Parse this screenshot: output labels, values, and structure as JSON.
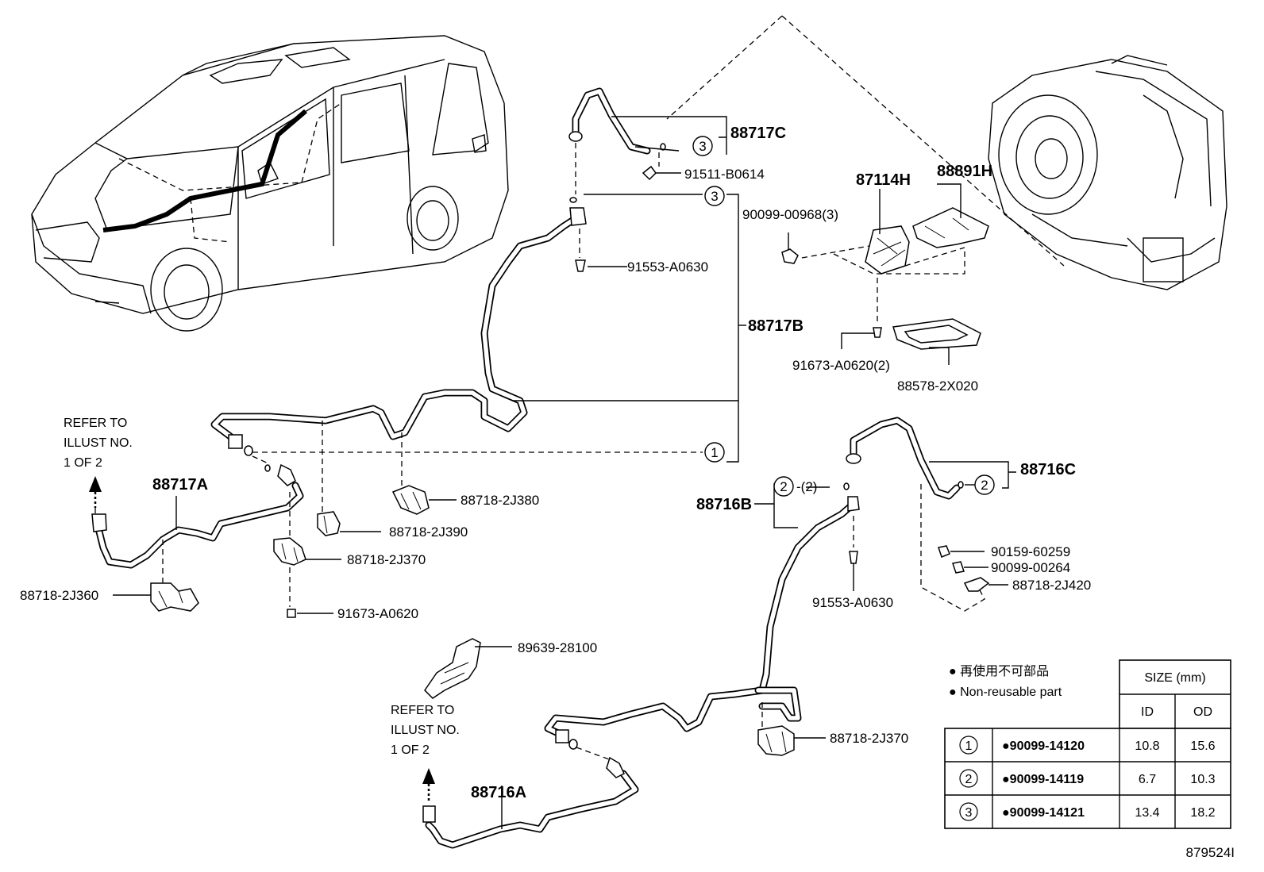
{
  "refer_notes": {
    "left": {
      "line1": "REFER TO",
      "line2": "ILLUST NO.",
      "line3": "1 OF 2"
    },
    "bottom": {
      "line1": "REFER TO",
      "line2": "ILLUST NO.",
      "line3": "1 OF 2"
    }
  },
  "callouts": {
    "p88717C": "88717C",
    "p91511B0614": "91511-B0614",
    "p87114H": "87114H",
    "p88891H": "88891H",
    "p90099_00968": "90099-00968(3)",
    "p91553A0630_top": "91553-A0630",
    "p88717B": "88717B",
    "p91673A0620_2": "91673-A0620(2)",
    "p88578_2X020": "88578-2X020",
    "p88717A": "88717A",
    "p88718_2J380": "88718-2J380",
    "p88718_2J390": "88718-2J390",
    "p88718_2J370_left": "88718-2J370",
    "p88718_2J360": "88718-2J360",
    "p91673A0620": "91673-A0620",
    "p88716C": "88716C",
    "p88716B": "88716B",
    "p_qty2": "-(2)",
    "p90159_60259": "90159-60259",
    "p90099_00264": "90099-00264",
    "p88718_2J420": "88718-2J420",
    "p91553A0630_bottom": "91553-A0630",
    "p89639_28100": "89639-28100",
    "p88718_2J370_bottom": "88718-2J370",
    "p88716A": "88716A"
  },
  "circle_refs": {
    "c3_top": "3",
    "c3_mid": "3",
    "c1": "1",
    "c2_left": "2",
    "c2_right": "2"
  },
  "legend": {
    "jp_label": "● 再使用不可部品",
    "en_label": "● Non-reusable part",
    "size_header": "SIZE (mm)",
    "id_header": "ID",
    "od_header": "OD",
    "rows": [
      {
        "ref": "1",
        "part": "●90099-14120",
        "id": "10.8",
        "od": "15.6"
      },
      {
        "ref": "2",
        "part": "●90099-14119",
        "id": "6.7",
        "od": "10.3"
      },
      {
        "ref": "3",
        "part": "●90099-14121",
        "id": "13.4",
        "od": "18.2"
      }
    ]
  },
  "illustration_number": "879524I"
}
